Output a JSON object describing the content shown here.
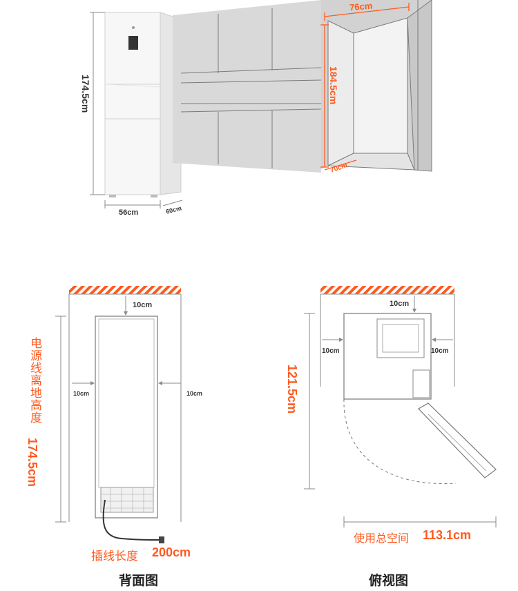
{
  "top": {
    "fridge_height": "174.5cm",
    "fridge_width": "56cm",
    "fridge_depth": "60cm",
    "niche_width": "76cm",
    "niche_height": "184.5cm",
    "niche_depth": "70cm"
  },
  "back_view": {
    "title": "背面图",
    "gap_top": "10cm",
    "gap_left": "10cm",
    "gap_right": "10cm",
    "power_label_text": "电源线离地高度",
    "power_label_value": "174.5cm",
    "cord_label": "插线长度",
    "cord_value": "200cm"
  },
  "top_view": {
    "title": "俯视图",
    "gap_top": "10cm",
    "gap_left": "10cm",
    "gap_right": "10cm",
    "depth_value": "121.5cm",
    "space_label": "使用总空间",
    "space_value": "113.1cm"
  },
  "colors": {
    "accent": "#ff5a1f",
    "line": "#8a8a8a",
    "wall": "#d9d9d9",
    "wall_shadow": "#bdbdbd"
  }
}
